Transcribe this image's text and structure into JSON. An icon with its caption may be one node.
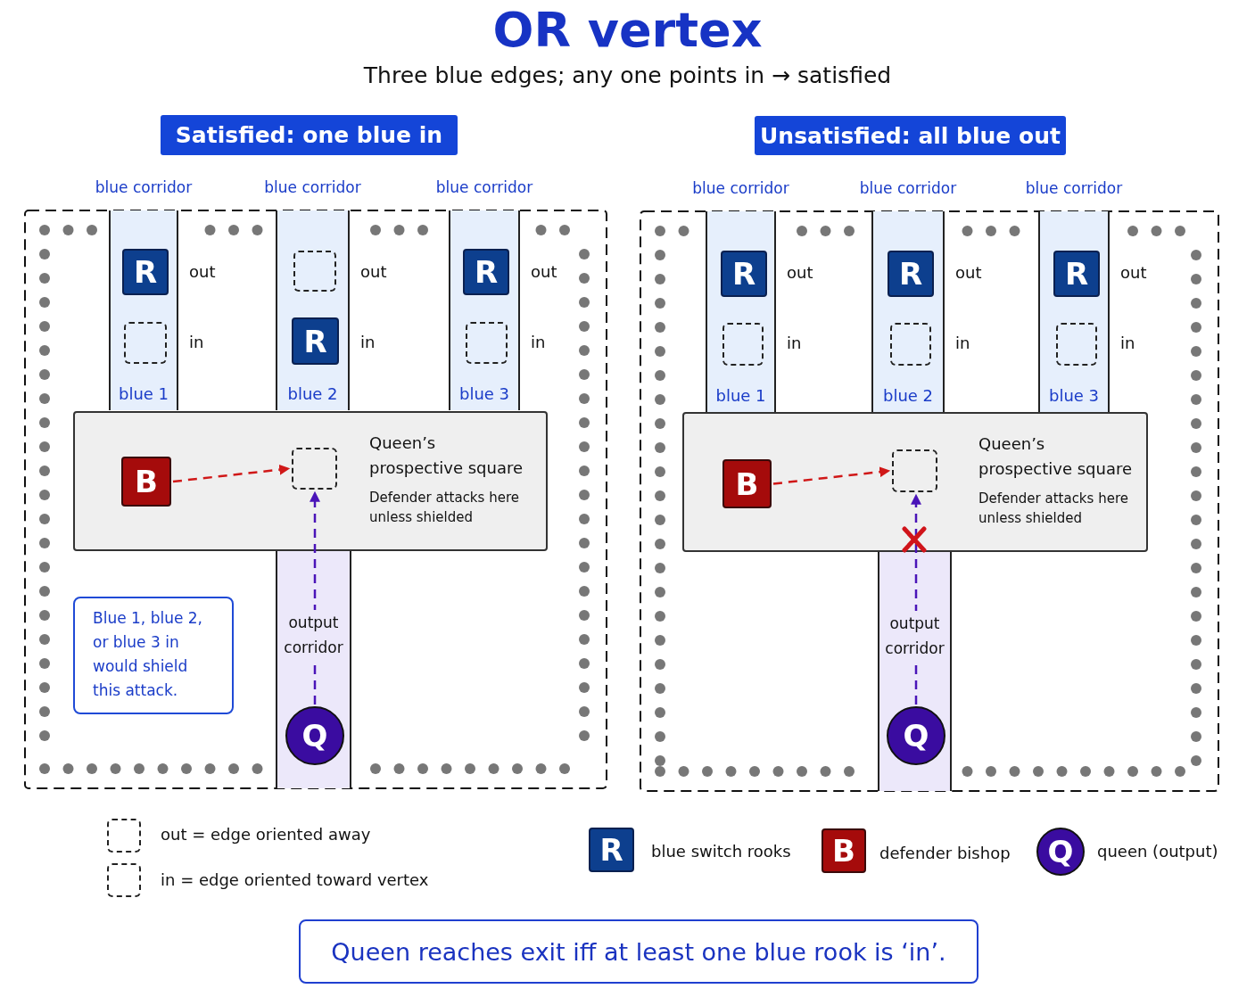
{
  "diagram": {
    "title": "OR vertex",
    "nodes": [
      {
        "text": [
          "Satisfied: one blue in"
        ]
      },
      {
        "text": [
          "blue 1"
        ],
        "beside": [
          "blue corridor",
          "out",
          "in"
        ]
      },
      {
        "text": [
          "R"
        ],
        "in": 1
      },
      {
        "text": [],
        "shape": "box",
        "in": 1
      },
      {
        "text": [
          "blue 2"
        ],
        "beside": [
          "blue corridor",
          "out",
          "in"
        ]
      },
      {
        "text": [],
        "shape": "box",
        "in": 4
      },
      {
        "text": [
          "R"
        ],
        "in": 4
      },
      {
        "text": [
          "blue 3"
        ],
        "beside": [
          "blue corridor",
          "out",
          "in"
        ]
      },
      {
        "text": [
          "R"
        ],
        "in": 7
      },
      {
        "text": [],
        "shape": "box",
        "in": 7
      },
      {
        "text": [
          "Queen’s prospective square",
          "Defender attacks here unless shielded"
        ]
      },
      {
        "text": [
          "B"
        ],
        "in": 10
      },
      {
        "text": [],
        "shape": "box",
        "in": 10
      },
      {
        "text": [
          "output corridor"
        ]
      },
      {
        "text": [
          "Q"
        ],
        "in": 13
      },
      {
        "text": [
          "Blue 1, blue 2, or blue 3 in would shield this attack."
        ]
      },
      {
        "text": [
          "Unsatisfied: all blue out"
        ]
      },
      {
        "text": [
          "blue 1"
        ],
        "beside": [
          "blue corridor",
          "out",
          "in"
        ]
      },
      {
        "text": [
          "R"
        ],
        "in": 17
      },
      {
        "text": [],
        "shape": "box",
        "in": 17
      },
      {
        "text": [
          "blue 2"
        ],
        "beside": [
          "blue corridor",
          "out",
          "in"
        ]
      },
      {
        "text": [
          "R"
        ],
        "in": 20
      },
      {
        "text": [],
        "shape": "box",
        "in": 20
      },
      {
        "text": [
          "blue 3"
        ],
        "beside": [
          "blue corridor",
          "out",
          "in"
        ]
      },
      {
        "text": [
          "R"
        ],
        "in": 23
      },
      {
        "text": [],
        "shape": "box",
        "in": 23
      },
      {
        "text": [
          "Queen’s prospective square",
          "Defender attacks here unless shielded"
        ]
      },
      {
        "text": [
          "B"
        ],
        "in": 26
      },
      {
        "text": [],
        "shape": "box",
        "in": 26
      },
      {
        "text": [
          "output corridor"
        ]
      },
      {
        "text": [
          "Q"
        ],
        "in": 29
      },
      {
        "text": [
          "Queen reaches exit iff at least one blue rook is ‘in’."
        ]
      },
      {
        "text": [],
        "shape": "box"
      },
      {
        "text": [],
        "shape": "box"
      },
      {
        "text": [
          "R"
        ]
      },
      {
        "text": [
          "B"
        ]
      },
      {
        "text": [
          "Q"
        ]
      }
    ],
    "edges": [
      {
        "from": 11,
        "to": 12,
        "arrow": "to",
        "style": "dashed",
        "color": "#d01818"
      },
      {
        "from": 14,
        "to": 12,
        "arrow": "to",
        "style": "dashed",
        "color": "#4a14b8"
      },
      {
        "from": 27,
        "to": 28,
        "arrow": "to",
        "style": "dashed",
        "color": "#d01818"
      },
      {
        "from": 30,
        "to": 28,
        "arrow": "to",
        "style": "dashed",
        "color": "#4a14b8"
      }
    ],
    "labels": [
      "Three blue edges; any one points in → satisfied"
    ],
    "legend": [
      {
        "text": "out = edge oriented away"
      },
      {
        "text": "in = edge oriented toward vertex"
      },
      {
        "text": "blue switch rooks"
      },
      {
        "text": "defender bishop"
      },
      {
        "text": "queen (output)"
      }
    ]
  }
}
